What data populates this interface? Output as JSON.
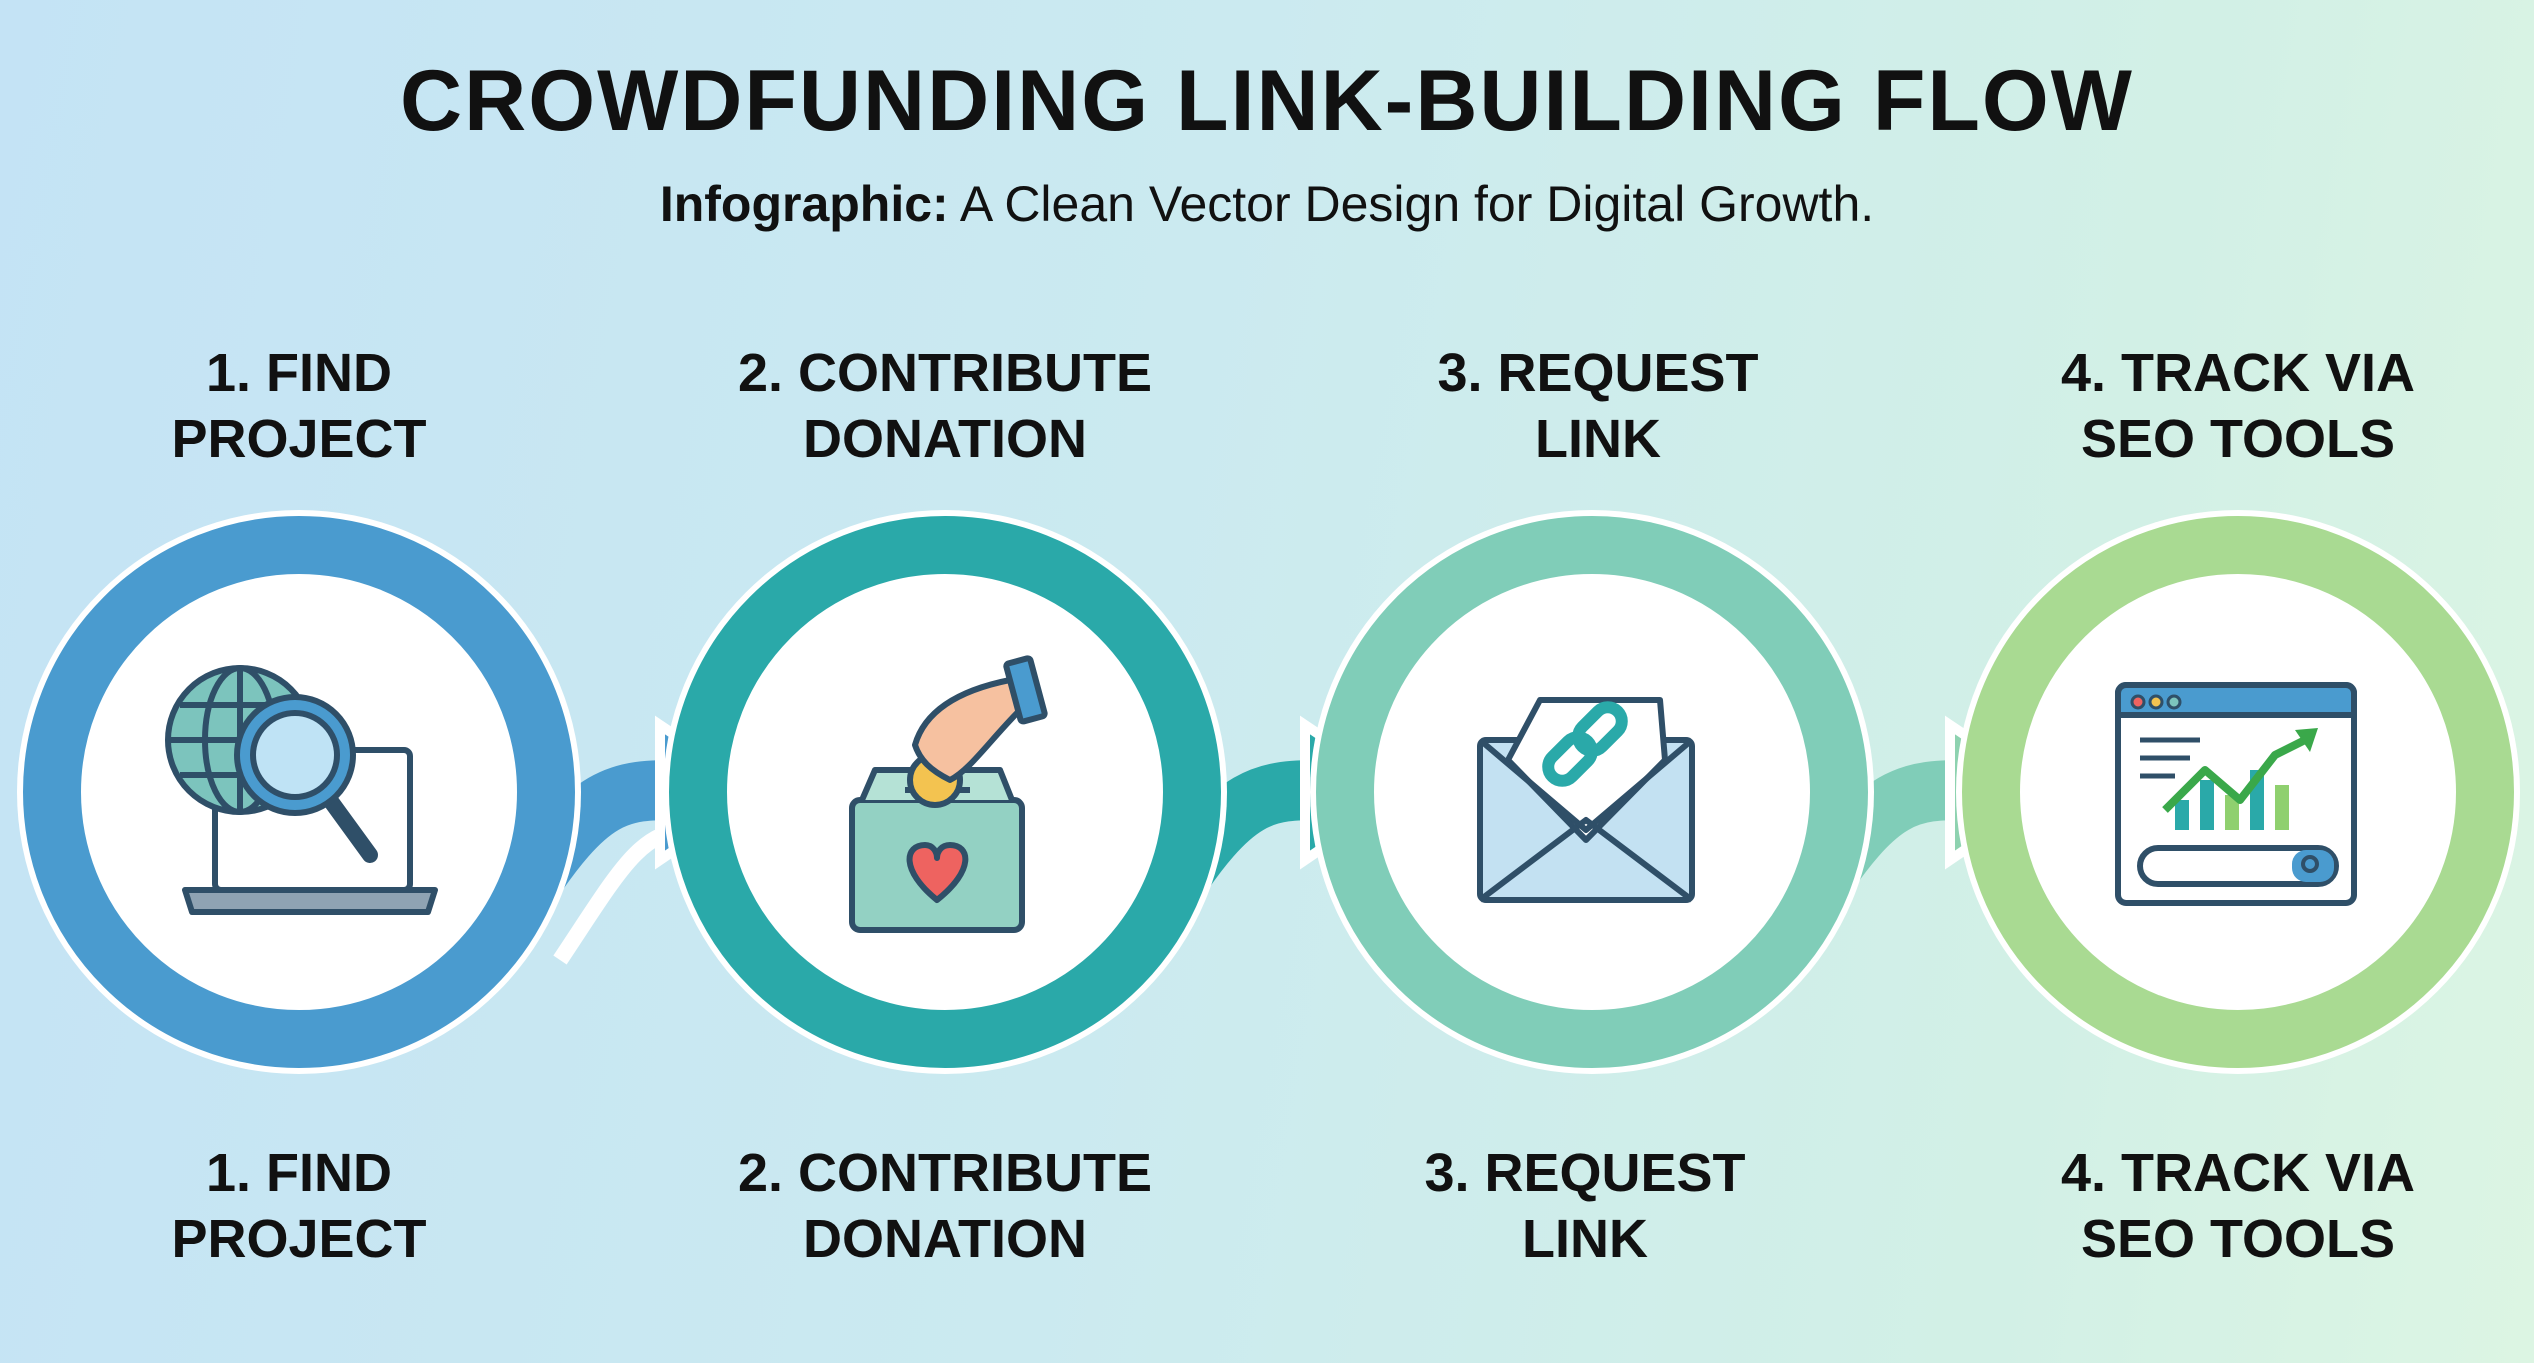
{
  "header": {
    "title": "CROWDFUNDING LINK-BUILDING FLOW",
    "subtitle_bold": "Infographic:",
    "subtitle_rest": " A Clean Vector Design for Digital Growth."
  },
  "steps": [
    {
      "line1": "1. FIND",
      "line2": "PROJECT",
      "icon": "globe-search-laptop-icon",
      "color": "#4a9bcf"
    },
    {
      "line1": "2. CONTRIBUTE",
      "line2": "DONATION",
      "icon": "donation-box-icon",
      "color": "#2aa9a9"
    },
    {
      "line1": "3. REQUEST",
      "line2": "LINK",
      "icon": "envelope-link-icon",
      "color": "#80cdb8"
    },
    {
      "line1": "4. TRACK VIA",
      "line2": "SEO TOOLS",
      "icon": "seo-analytics-icon",
      "color": "#a9da92"
    }
  ]
}
